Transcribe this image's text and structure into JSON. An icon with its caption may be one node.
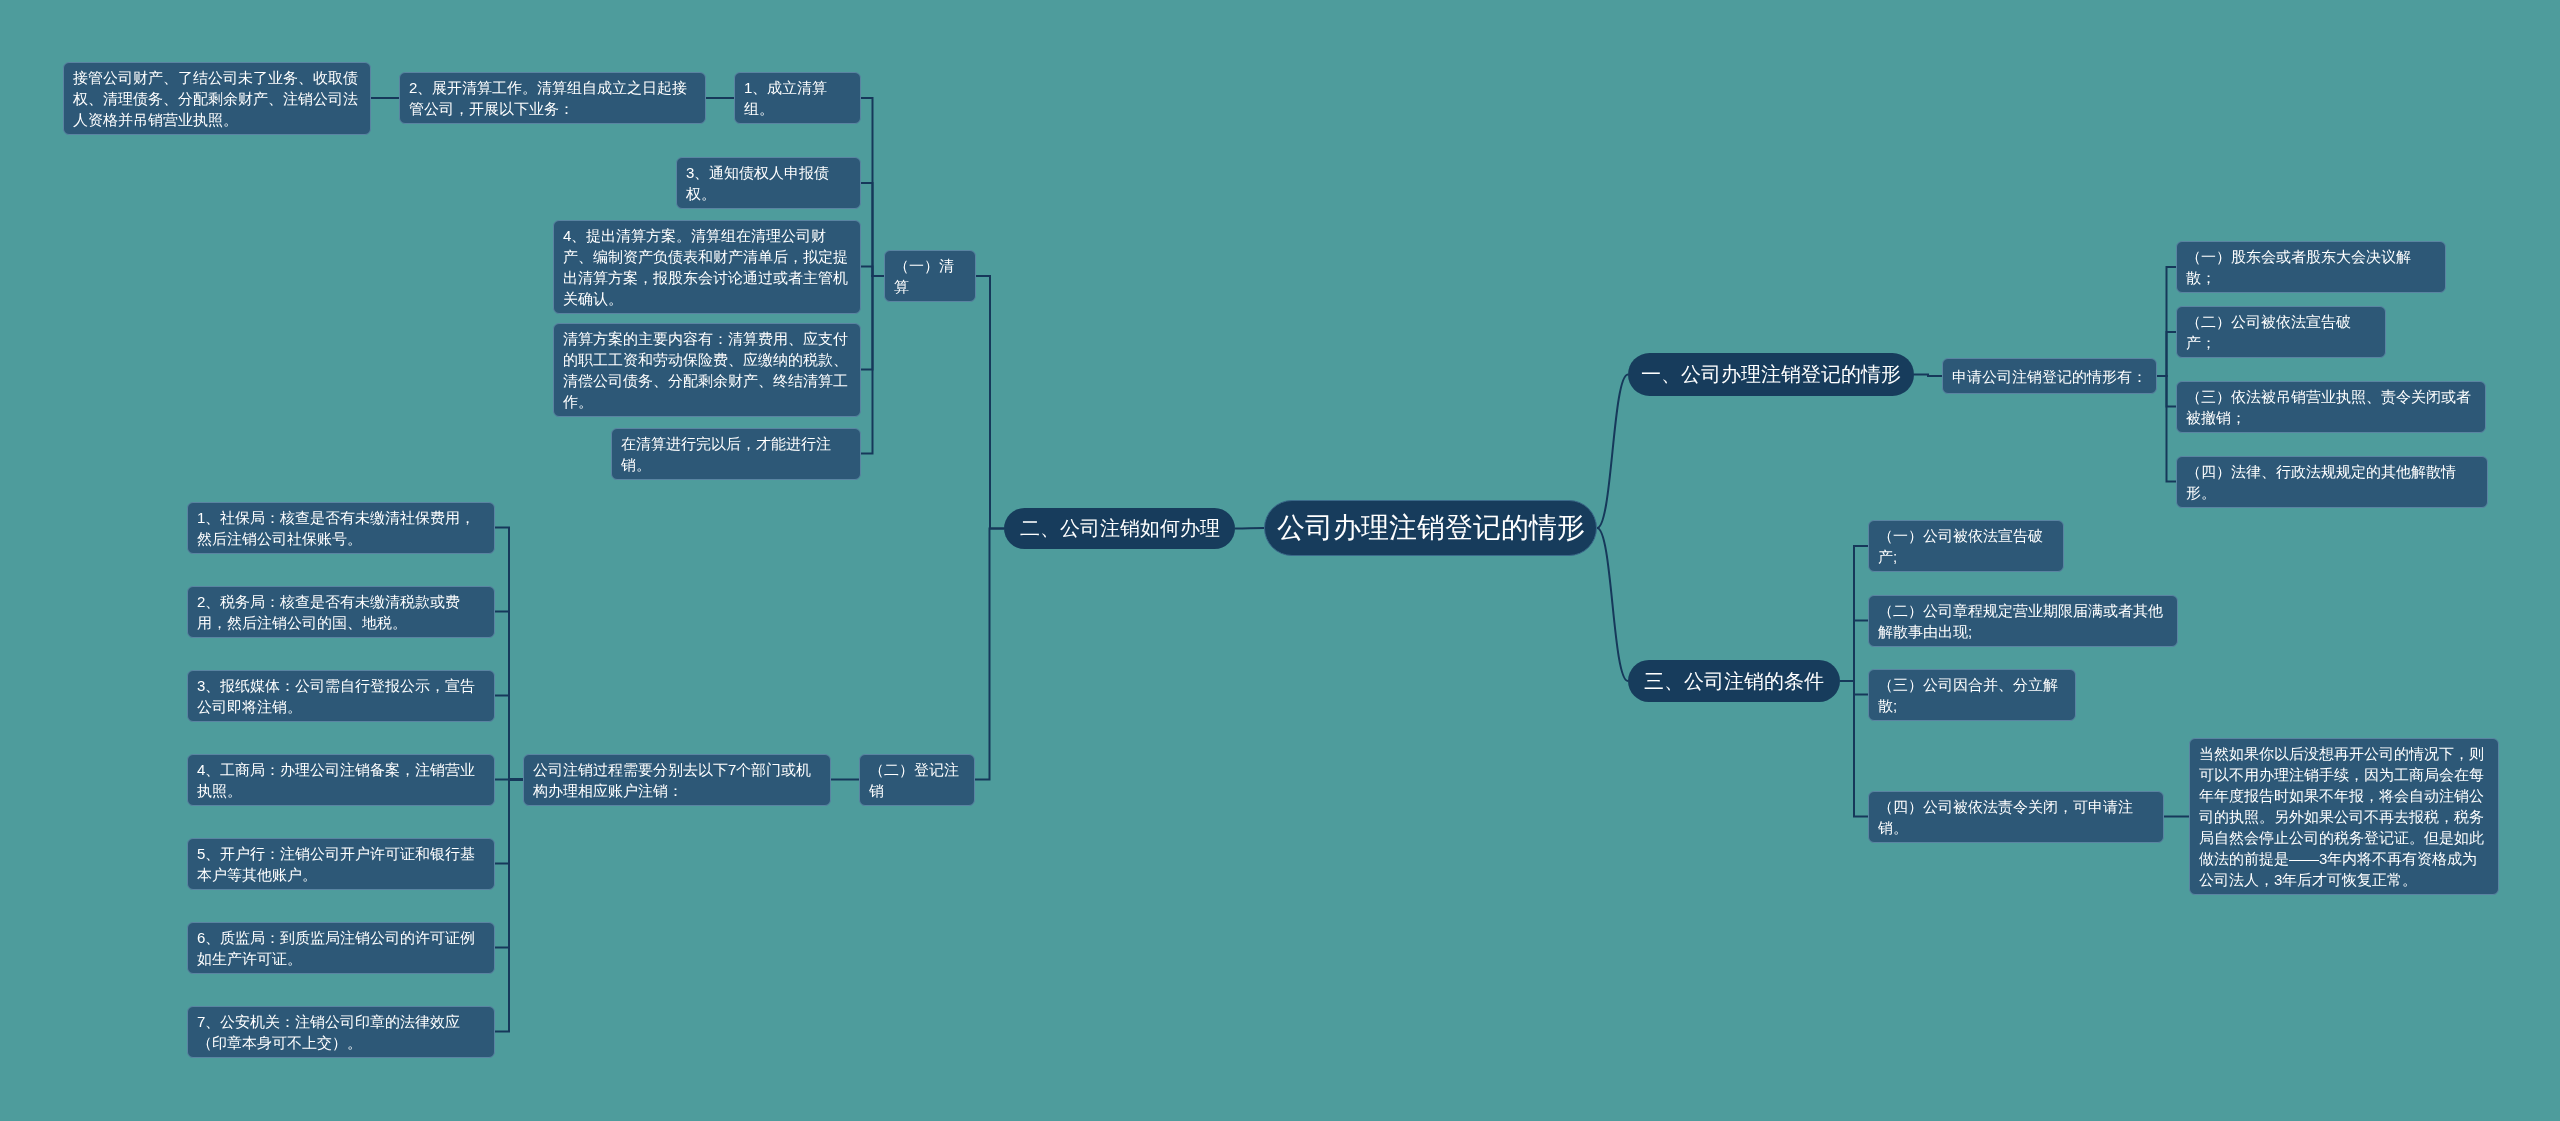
{
  "diagram": {
    "nodes": [
      {
        "text": [
          "公司办理注销登记的情形"
        ]
      },
      {
        "text": [
          "一、公司办理注销登记的情形"
        ]
      },
      {
        "text": [
          "申请公司注销登记的情形有："
        ]
      },
      {
        "text": [
          "（一）股东会或者股东大会决议解散；"
        ]
      },
      {
        "text": [
          "（二）公司被依法宣告破产；"
        ]
      },
      {
        "text": [
          "（三）依法被吊销营业执照、责令关闭或者被撤销；"
        ]
      },
      {
        "text": [
          "（四）法律、行政法规规定的其他解散情形。"
        ]
      },
      {
        "text": [
          "二、公司注销如何办理"
        ]
      },
      {
        "text": [
          "（一）清算"
        ]
      },
      {
        "text": [
          "1、成立清算组。"
        ]
      },
      {
        "text": [
          "2、展开清算工作。清算组自成立之日起接管公司，开展以下业务："
        ]
      },
      {
        "text": [
          "接管公司财产、了结公司未了业务、收取债权、清理债务、分配剩余财产、注销公司法人资格并吊销营业执照。"
        ]
      },
      {
        "text": [
          "3、通知债权人申报债权。"
        ]
      },
      {
        "text": [
          "4、提出清算方案。清算组在清理公司财产、编制资产负债表和财产清单后，拟定提出清算方案，报股东会讨论通过或者主管机关确认。"
        ]
      },
      {
        "text": [
          "清算方案的主要内容有：清算费用、应支付的职工工资和劳动保险费、应缴纳的税款、清偿公司债务、分配剩余财产、终结清算工作。"
        ]
      },
      {
        "text": [
          "在清算进行完以后，才能进行注销。"
        ]
      },
      {
        "text": [
          "（二）登记注销"
        ]
      },
      {
        "text": [
          "公司注销过程需要分别去以下7个部门或机构办理相应账户注销："
        ]
      },
      {
        "text": [
          "1、社保局：核查是否有未缴清社保费用，然后注销公司社保账号。"
        ]
      },
      {
        "text": [
          "2、税务局：核查是否有未缴清税款或费用，然后注销公司的国、地税。"
        ]
      },
      {
        "text": [
          "3、报纸媒体：公司需自行登报公示，宣告公司即将注销。"
        ]
      },
      {
        "text": [
          "4、工商局：办理公司注销备案，注销营业执照。"
        ]
      },
      {
        "text": [
          "5、开户行：注销公司开户许可证和银行基本户等其他账户。"
        ]
      },
      {
        "text": [
          "6、质监局：到质监局注销公司的许可证例如生产许可证。"
        ]
      },
      {
        "text": [
          "7、公安机关：注销公司印章的法律效应（印章本身可不上交）。"
        ]
      },
      {
        "text": [
          "三、公司注销的条件"
        ]
      },
      {
        "text": [
          "（一）公司被依法宣告破产;"
        ]
      },
      {
        "text": [
          "（二）公司章程规定营业期限届满或者其他解散事由出现;"
        ]
      },
      {
        "text": [
          "（三）公司因合并、分立解散;"
        ]
      },
      {
        "text": [
          "（四）公司被依法责令关闭，可申请注销。"
        ]
      },
      {
        "text": [
          "当然如果你以后没想再开公司的情况下，则可以不用办理注销手续，因为工商局会在每年年度报告时如果不年报，将会自动注销公司的执照。另外如果公司不再去报税，税务局自然会停止公司的税务登记证。但是如此做法的前提是——3年内将不再有资格成为公司法人，3年后才可恢复正常。"
        ]
      }
    ],
    "edges": [
      {
        "from": 0,
        "to": 1,
        "arrow": "none"
      },
      {
        "from": 1,
        "to": 2,
        "arrow": "none"
      },
      {
        "from": 2,
        "to": 3,
        "arrow": "none"
      },
      {
        "from": 2,
        "to": 4,
        "arrow": "none"
      },
      {
        "from": 2,
        "to": 5,
        "arrow": "none"
      },
      {
        "from": 2,
        "to": 6,
        "arrow": "none"
      },
      {
        "from": 0,
        "to": 7,
        "arrow": "none"
      },
      {
        "from": 7,
        "to": 8,
        "arrow": "none"
      },
      {
        "from": 8,
        "to": 9,
        "arrow": "none"
      },
      {
        "from": 9,
        "to": 10,
        "arrow": "none"
      },
      {
        "from": 10,
        "to": 11,
        "arrow": "none"
      },
      {
        "from": 8,
        "to": 12,
        "arrow": "none"
      },
      {
        "from": 8,
        "to": 13,
        "arrow": "none"
      },
      {
        "from": 8,
        "to": 14,
        "arrow": "none"
      },
      {
        "from": 8,
        "to": 15,
        "arrow": "none"
      },
      {
        "from": 7,
        "to": 16,
        "arrow": "none"
      },
      {
        "from": 16,
        "to": 17,
        "arrow": "none"
      },
      {
        "from": 17,
        "to": 18,
        "arrow": "none"
      },
      {
        "from": 17,
        "to": 19,
        "arrow": "none"
      },
      {
        "from": 17,
        "to": 20,
        "arrow": "none"
      },
      {
        "from": 17,
        "to": 21,
        "arrow": "none"
      },
      {
        "from": 17,
        "to": 22,
        "arrow": "none"
      },
      {
        "from": 17,
        "to": 23,
        "arrow": "none"
      },
      {
        "from": 17,
        "to": 24,
        "arrow": "none"
      },
      {
        "from": 0,
        "to": 25,
        "arrow": "none"
      },
      {
        "from": 25,
        "to": 26,
        "arrow": "none"
      },
      {
        "from": 25,
        "to": 27,
        "arrow": "none"
      },
      {
        "from": 25,
        "to": 28,
        "arrow": "none"
      },
      {
        "from": 25,
        "to": 29,
        "arrow": "none"
      },
      {
        "from": 29,
        "to": 30,
        "arrow": "none"
      }
    ]
  }
}
